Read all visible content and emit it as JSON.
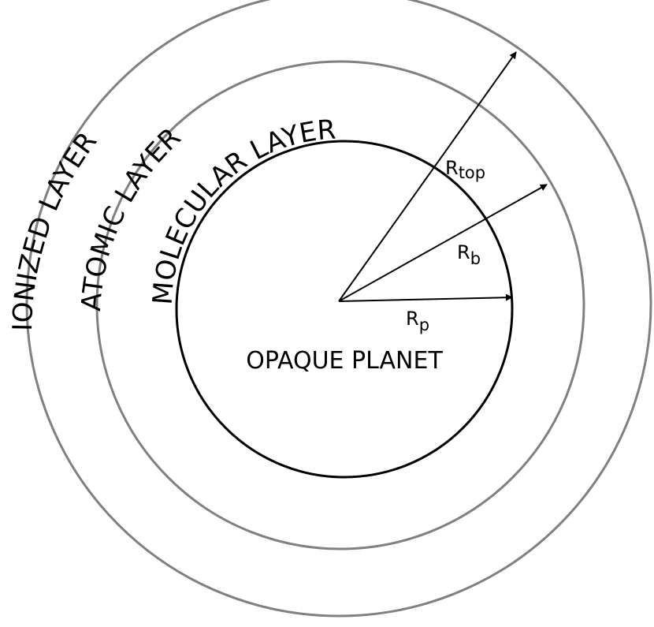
{
  "diagram": {
    "labels": {
      "ionized": "IONIZED LAYER",
      "atomic": "ATOMIC LAYER",
      "molecular": "MOLECULAR LAYER",
      "planet": "OPAQUE PLANET"
    },
    "radii": {
      "top": {
        "base": "R",
        "sub": "top"
      },
      "b": {
        "base": "R",
        "sub": "b"
      },
      "p": {
        "base": "R",
        "sub": "p"
      }
    },
    "colors": {
      "outer_rings": "#808080",
      "planet": "#000000",
      "arrows": "#000000"
    }
  }
}
